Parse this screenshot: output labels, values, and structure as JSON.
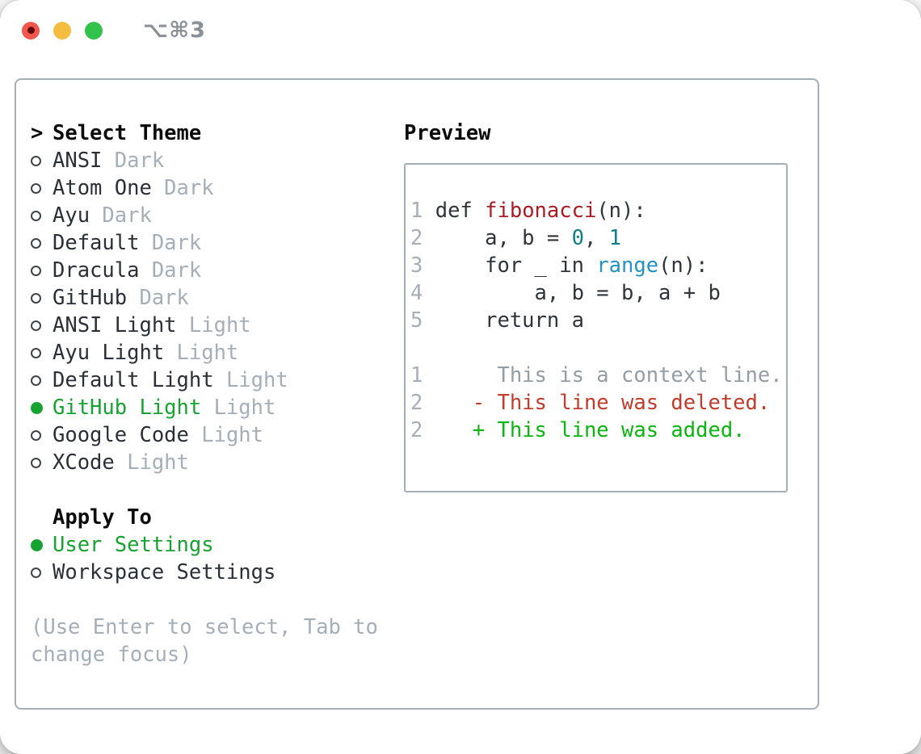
{
  "window": {
    "title": "⌥⌘3",
    "traffic_lights": [
      "close",
      "minimize",
      "zoom"
    ]
  },
  "theme_panel": {
    "header": {
      "prefix": ">",
      "label": "Select Theme"
    },
    "themes": [
      {
        "name": "ANSI",
        "tag": "Dark",
        "selected": false
      },
      {
        "name": "Atom One",
        "tag": "Dark",
        "selected": false
      },
      {
        "name": "Ayu",
        "tag": "Dark",
        "selected": false
      },
      {
        "name": "Default",
        "tag": "Dark",
        "selected": false
      },
      {
        "name": "Dracula",
        "tag": "Dark",
        "selected": false
      },
      {
        "name": "GitHub",
        "tag": "Dark",
        "selected": false
      },
      {
        "name": "ANSI Light",
        "tag": "Light",
        "selected": false
      },
      {
        "name": "Ayu Light",
        "tag": "Light",
        "selected": false
      },
      {
        "name": "Default Light",
        "tag": "Light",
        "selected": false
      },
      {
        "name": "GitHub Light",
        "tag": "Light",
        "selected": true
      },
      {
        "name": "Google Code",
        "tag": "Light",
        "selected": false
      },
      {
        "name": "XCode",
        "tag": "Light",
        "selected": false
      }
    ],
    "apply_to": {
      "label": "Apply To",
      "options": [
        {
          "name": "User Settings",
          "selected": true
        },
        {
          "name": "Workspace Settings",
          "selected": false
        }
      ]
    },
    "hint_lines": [
      "(Use Enter to select, Tab to",
      "change focus)"
    ]
  },
  "preview": {
    "label": "Preview",
    "lines": [
      [
        {
          "t": "1 ",
          "c": "ln"
        },
        {
          "t": "def ",
          "c": "code"
        },
        {
          "t": "fibonacci",
          "c": "func"
        },
        {
          "t": "(n):",
          "c": "code"
        }
      ],
      [
        {
          "t": "2 ",
          "c": "ln"
        },
        {
          "t": "    a, b = ",
          "c": "code"
        },
        {
          "t": "0",
          "c": "num"
        },
        {
          "t": ", ",
          "c": "code"
        },
        {
          "t": "1",
          "c": "num"
        }
      ],
      [
        {
          "t": "3 ",
          "c": "ln"
        },
        {
          "t": "    for _ in ",
          "c": "code"
        },
        {
          "t": "range",
          "c": "builtin"
        },
        {
          "t": "(n):",
          "c": "code"
        }
      ],
      [
        {
          "t": "4 ",
          "c": "ln"
        },
        {
          "t": "        a, b = b, a + b",
          "c": "code"
        }
      ],
      [
        {
          "t": "5 ",
          "c": "ln"
        },
        {
          "t": "    return a",
          "c": "code"
        }
      ],
      [
        {
          "t": " ",
          "c": "code"
        }
      ],
      [
        {
          "t": "1",
          "c": "ln"
        },
        {
          "t": "      This is a context line.",
          "c": "ctx"
        }
      ],
      [
        {
          "t": "2",
          "c": "ln"
        },
        {
          "t": "    ",
          "c": "code"
        },
        {
          "t": "- This line was deleted.",
          "c": "del"
        }
      ],
      [
        {
          "t": "2",
          "c": "ln"
        },
        {
          "t": "    ",
          "c": "code"
        },
        {
          "t": "+ This line was added.",
          "c": "add"
        }
      ]
    ]
  },
  "colors": {
    "border": "#a6aeb8",
    "label": "#2b2f36",
    "muted": "#a6aeb8",
    "green_select": "#16a331",
    "green_added": "#0bb50f",
    "red_deleted": "#c23b2b",
    "red_func": "#aa1d23",
    "blue_builtin": "#2492c4",
    "teal_number": "#0d7f86",
    "code_ink": "#2f343b",
    "line_no": "#a6aeb8",
    "ctx_gray": "#949ca6",
    "titlebar_text": "#8a9095",
    "tl_red": "#f2564d",
    "tl_red_dot": "#5f0b0b",
    "tl_yellow": "#f5bd40",
    "tl_green": "#33c34d"
  }
}
